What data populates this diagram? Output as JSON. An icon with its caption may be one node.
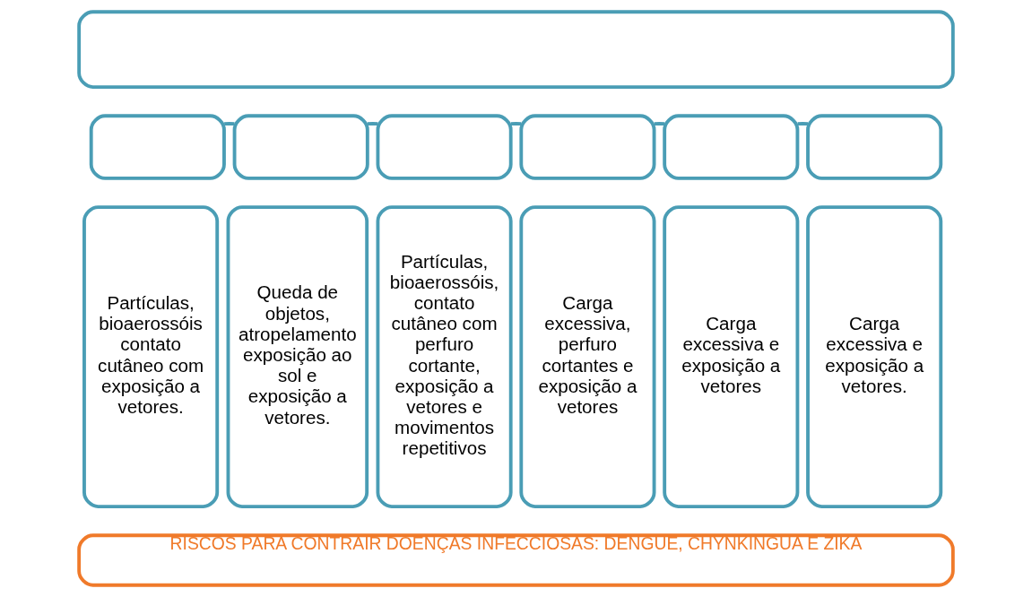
{
  "diagram": {
    "nodes": [
      {
        "text": [],
        "shape": "box"
      },
      {
        "text": [],
        "shape": "box"
      },
      {
        "text": [],
        "shape": "box"
      },
      {
        "text": [],
        "shape": "box"
      },
      {
        "text": [],
        "shape": "box"
      },
      {
        "text": [],
        "shape": "box"
      },
      {
        "text": [],
        "shape": "box"
      },
      {
        "text": [
          "Partículas, bioaerossóis contato cutâneo com exposição a vetores."
        ]
      },
      {
        "text": [
          "Queda de objetos, atropelamento exposição ao sol e exposição a vetores."
        ]
      },
      {
        "text": [
          "Partículas, bioaerossóis, contato cutâneo com perfuro cortante, exposição a vetores e movimentos repetitivos"
        ]
      },
      {
        "text": [
          "Carga excessiva, perfuro cortantes e exposição a vetores"
        ]
      },
      {
        "text": [
          "Carga excessiva e exposição a vetores"
        ]
      },
      {
        "text": [
          "Carga excessiva e exposição a vetores."
        ]
      },
      {
        "text": [
          "RISCOS PARA CONTRAIR DOENÇAS INFECCIOSAS: DENGUE, CHYNKINGUA E ZIKA"
        ]
      }
    ],
    "edges": [
      {
        "from": 1,
        "to": 2,
        "arrow": "none"
      },
      {
        "from": 2,
        "to": 3,
        "arrow": "none"
      },
      {
        "from": 3,
        "to": 4,
        "arrow": "none"
      },
      {
        "from": 4,
        "to": 5,
        "arrow": "none"
      },
      {
        "from": 5,
        "to": 6,
        "arrow": "none"
      }
    ]
  }
}
